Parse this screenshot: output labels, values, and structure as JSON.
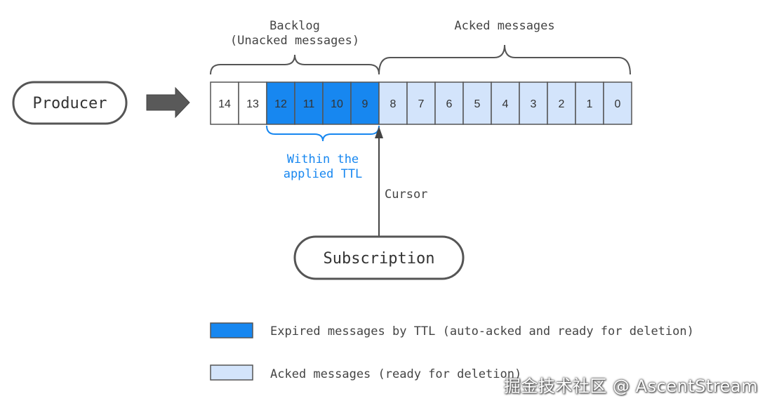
{
  "nodes": {
    "producer": "Producer",
    "subscription": "Subscription"
  },
  "labels": {
    "backlog_line1": "Backlog",
    "backlog_line2": "(Unacked messages)",
    "acked_header": "Acked messages",
    "ttl_line1": "Within the",
    "ttl_line2": "applied TTL",
    "cursor": "Cursor"
  },
  "queue": {
    "cells": [
      {
        "label": "14",
        "state": "unacked"
      },
      {
        "label": "13",
        "state": "unacked"
      },
      {
        "label": "12",
        "state": "expired"
      },
      {
        "label": "11",
        "state": "expired"
      },
      {
        "label": "10",
        "state": "expired"
      },
      {
        "label": "9",
        "state": "expired"
      },
      {
        "label": "8",
        "state": "acked"
      },
      {
        "label": "7",
        "state": "acked"
      },
      {
        "label": "6",
        "state": "acked"
      },
      {
        "label": "5",
        "state": "acked"
      },
      {
        "label": "4",
        "state": "acked"
      },
      {
        "label": "3",
        "state": "acked"
      },
      {
        "label": "2",
        "state": "acked"
      },
      {
        "label": "1",
        "state": "acked"
      },
      {
        "label": "0",
        "state": "acked"
      }
    ]
  },
  "legend": [
    {
      "state": "expired",
      "text": "Expired messages by TTL (auto-acked and ready for deletion)"
    },
    {
      "state": "acked",
      "text": "Acked messages (ready for deletion)"
    }
  ],
  "colors": {
    "expired": "#1787f0",
    "acked": "#d3e4fb",
    "unacked": "#ffffff",
    "ttl_text": "#1787f0",
    "outline": "#555555",
    "arrow": "#555555"
  },
  "watermark": "掘金技术社区 @ AscentStream"
}
